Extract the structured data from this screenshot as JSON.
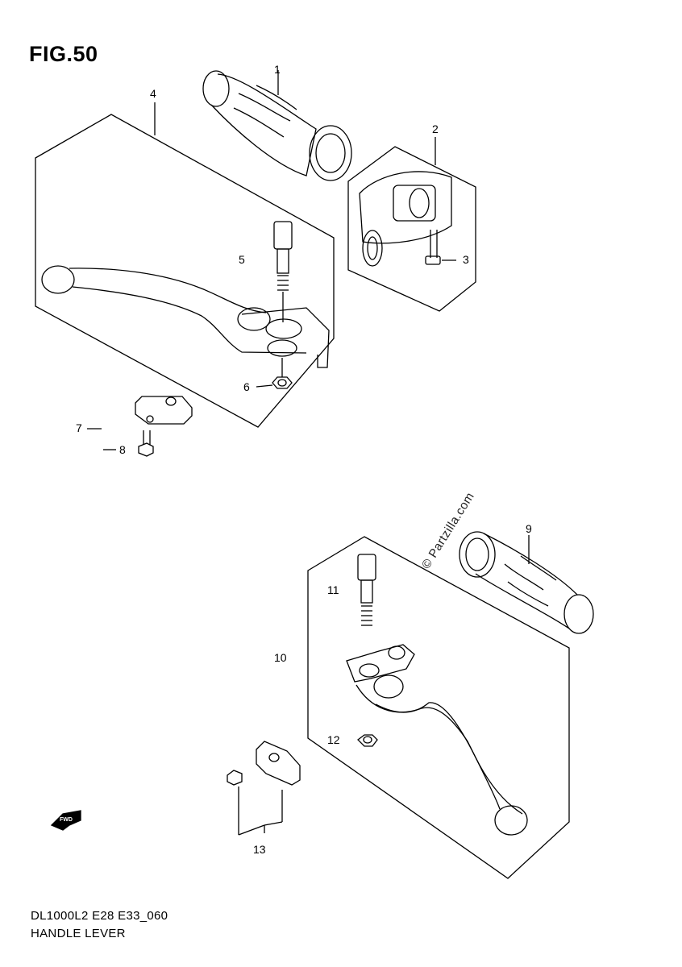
{
  "figure": {
    "title": "FIG.50",
    "code": "DL1000L2 E28 E33_060",
    "caption": "HANDLE LEVER"
  },
  "watermark": "© Partzilla.com",
  "fwd_badge": "FWD",
  "parts": [
    {
      "no": "1",
      "kind": "grip-throttle"
    },
    {
      "no": "2",
      "kind": "throttle-housing-box"
    },
    {
      "no": "3",
      "kind": "screw"
    },
    {
      "no": "4",
      "kind": "front-brake-lever-assembly"
    },
    {
      "no": "5",
      "kind": "lever-bolt"
    },
    {
      "no": "6",
      "kind": "nut"
    },
    {
      "no": "7",
      "kind": "brake-light-switch"
    },
    {
      "no": "8",
      "kind": "screw"
    },
    {
      "no": "9",
      "kind": "left-grip"
    },
    {
      "no": "10",
      "kind": "clutch-lever-assembly"
    },
    {
      "no": "11",
      "kind": "lever-bolt"
    },
    {
      "no": "12",
      "kind": "nut"
    },
    {
      "no": "13",
      "kind": "clutch-switch"
    }
  ]
}
